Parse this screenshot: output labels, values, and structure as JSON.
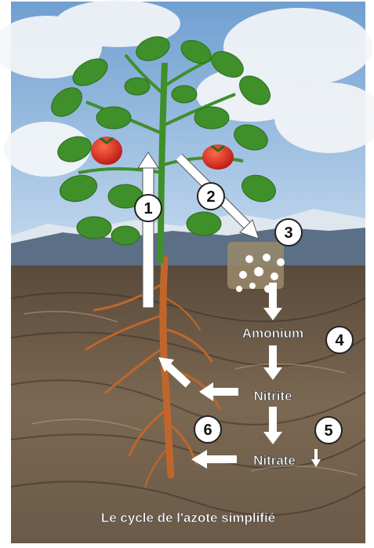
{
  "title": "Le cycle de l'azote simplifié",
  "steps": [
    "1",
    "2",
    "3",
    "4",
    "5",
    "6"
  ],
  "compounds": {
    "ammonium": "Amonium",
    "nitrite": "Nitrite",
    "nitrate": "Nitrate"
  },
  "colors": {
    "sky": "#9ec4e6",
    "cloud": "#f4f6f8",
    "mountain": "#5b6f86",
    "soil": "#6e5b46",
    "root": "#c0662a",
    "leaf": "#3f8f2a",
    "tomato": "#d8281f",
    "arrow": "#ffffff",
    "badge_border": "#222222"
  },
  "icons": [
    "plant-stem",
    "tomato-fruit",
    "root-system",
    "organic-matter-cluster",
    "arrow"
  ]
}
